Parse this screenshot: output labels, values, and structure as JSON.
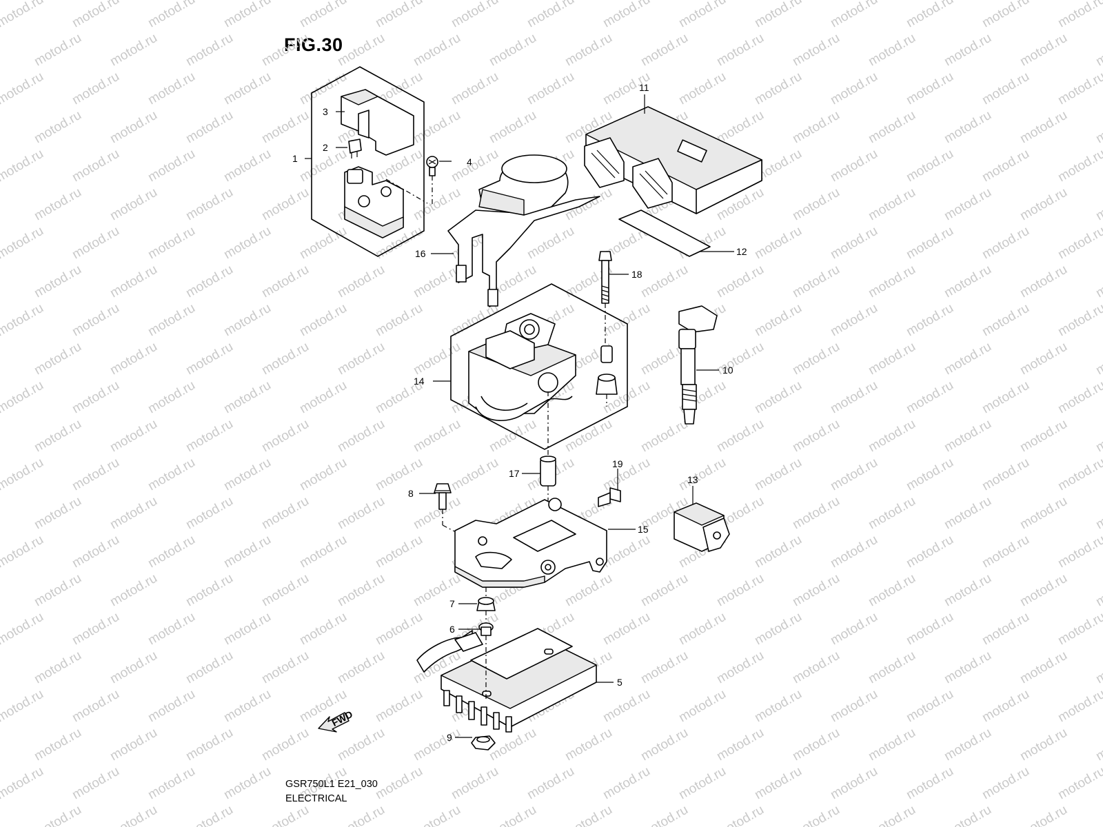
{
  "figure": {
    "title": "FIG.30",
    "model_code": "GSR750L1 E21_030",
    "section": "ELECTRICAL",
    "watermark": "motod.ru"
  },
  "parts": [
    {
      "ref": "1",
      "icon": "starter-relay-assembly-icon"
    },
    {
      "ref": "2",
      "icon": "fuse-icon"
    },
    {
      "ref": "3",
      "icon": "relay-cover-icon"
    },
    {
      "ref": "4",
      "icon": "screw-icon"
    },
    {
      "ref": "5",
      "icon": "regulator-rectifier-icon"
    },
    {
      "ref": "6",
      "icon": "collar-icon"
    },
    {
      "ref": "7",
      "icon": "cushion-icon"
    },
    {
      "ref": "8",
      "icon": "bolt-icon"
    },
    {
      "ref": "9",
      "icon": "nut-icon"
    },
    {
      "ref": "10",
      "icon": "ignition-coil-icon"
    },
    {
      "ref": "11",
      "icon": "ecm-icon"
    },
    {
      "ref": "12",
      "icon": "pad-icon"
    },
    {
      "ref": "13",
      "icon": "connector-icon"
    },
    {
      "ref": "14",
      "icon": "actuator-assembly-icon"
    },
    {
      "ref": "15",
      "icon": "bracket-icon"
    },
    {
      "ref": "16",
      "icon": "cover-bracket-icon"
    },
    {
      "ref": "17",
      "icon": "spacer-icon"
    },
    {
      "ref": "18",
      "icon": "long-bolt-icon"
    },
    {
      "ref": "19",
      "icon": "short-bolt-icon"
    }
  ],
  "fwd_label": "FWD",
  "colors": {
    "line": "#000000",
    "watermark": "#c9c9c9",
    "background": "#ffffff"
  }
}
